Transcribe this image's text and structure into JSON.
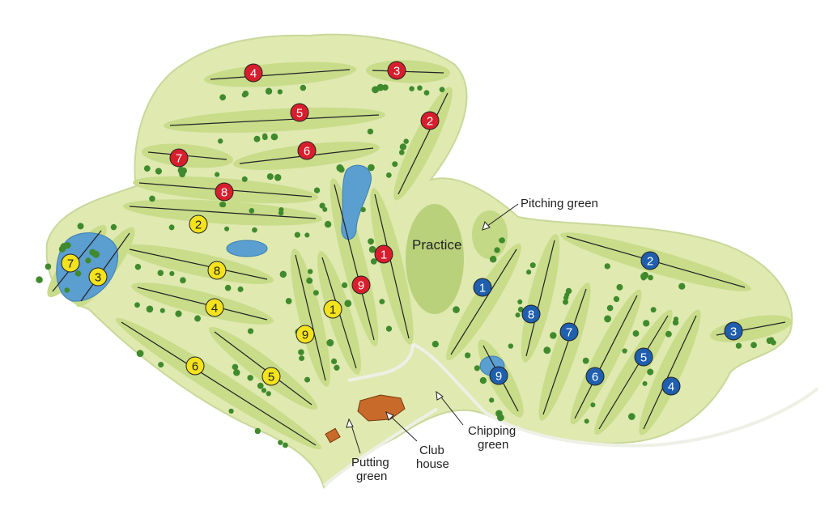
{
  "map": {
    "colors": {
      "red_course": "#d81e2c",
      "yellow_course": "#f4e21c",
      "blue_course": "#1f5fae",
      "fairway": "#c8dc8a",
      "rough": "#dfe9b0",
      "water": "#5b9ed0",
      "tree": "#3f8a2c",
      "clubhouse": "#c86a2a"
    },
    "labels": {
      "practice": "Practice",
      "pitching_green": "Pitching green",
      "putting_green_1": "Putting",
      "putting_green_2": "green",
      "club_house_1": "Club",
      "club_house_2": "house",
      "chipping_green_1": "Chipping",
      "chipping_green_2": "green"
    },
    "courses": {
      "red": [
        "4",
        "3",
        "2",
        "5",
        "6",
        "7",
        "8",
        "9",
        "1"
      ],
      "yellow": [
        "7",
        "3",
        "2",
        "8",
        "4",
        "1",
        "9",
        "6",
        "5"
      ],
      "blue": [
        "1",
        "8",
        "7",
        "2",
        "3",
        "9",
        "6",
        "5",
        "4"
      ]
    }
  }
}
